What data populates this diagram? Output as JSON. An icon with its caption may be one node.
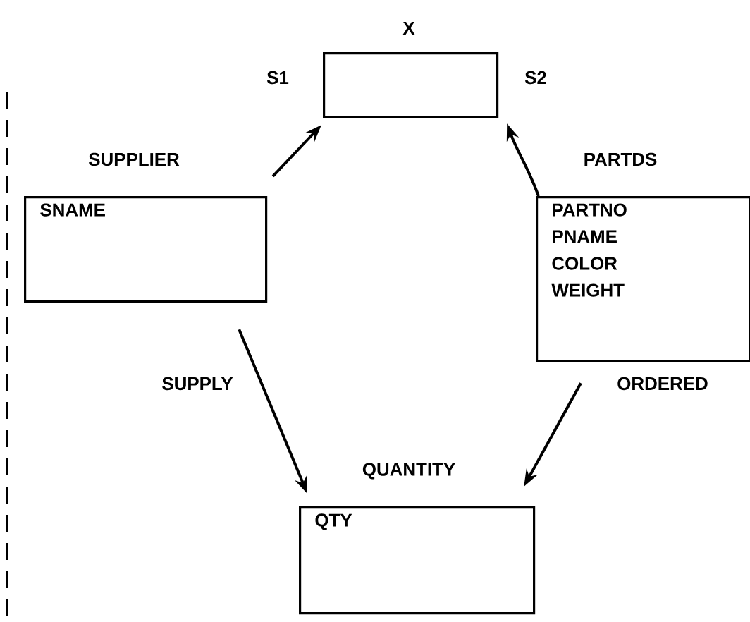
{
  "diagram": {
    "nodes": [
      {
        "text": [
          "X"
        ],
        "beside": [
          "S1",
          "S2"
        ]
      },
      {
        "text": [
          "SUPPLIER",
          "SNAME"
        ]
      },
      {
        "text": [
          "PARTDS",
          "PARTNO",
          "PNAME",
          "COLOR",
          "WEIGHT"
        ]
      },
      {
        "text": [
          "QUANTITY",
          "QTY"
        ]
      }
    ],
    "edges": [
      {
        "from": 1,
        "to": 0,
        "arrow": "to"
      },
      {
        "from": 2,
        "to": 0,
        "arrow": "to"
      },
      {
        "from": 1,
        "to": 3,
        "arrow": "to",
        "label": "SUPPLY"
      },
      {
        "from": 2,
        "to": 3,
        "arrow": "to",
        "label": "ORDERED"
      }
    ]
  }
}
